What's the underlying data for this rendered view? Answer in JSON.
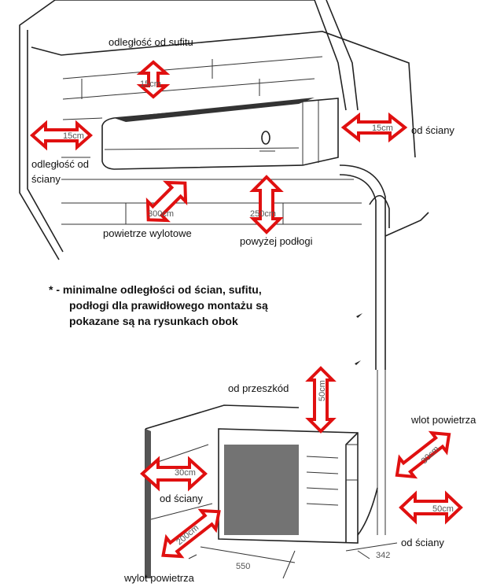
{
  "indoor": {
    "ceiling_label": "odległość od sufitu",
    "ceiling_value": "15cm",
    "left_wall_label_1": "odległość od",
    "left_wall_label_2": "ściany",
    "left_wall_value": "15cm",
    "right_wall_label": "od ściany",
    "right_wall_value": "15cm",
    "outlet_label": "powietrze wylotowe",
    "outlet_value": "300cm",
    "floor_label": "powyżej podłogi",
    "floor_value": "250cm"
  },
  "note": {
    "line1": "* - minimalne odległości od ścian, sufitu,",
    "line2": "podłogi dla prawidłowego montażu są",
    "line3": "pokazane są na rysunkach obok"
  },
  "outdoor": {
    "obstacle_label": "od przeszkód",
    "obstacle_value": "50cm",
    "inlet_label": "wlot powietrza",
    "inlet_value": "30cm",
    "left_wall_label": "od ściany",
    "left_wall_value": "30cm",
    "right_wall_label": "od ściany",
    "right_wall_value": "50cm",
    "outlet_label": "wylot powietrza",
    "outlet_value": "200cm",
    "dim_width": "550",
    "dim_depth": "342"
  },
  "colors": {
    "arrow": "#e01010"
  }
}
